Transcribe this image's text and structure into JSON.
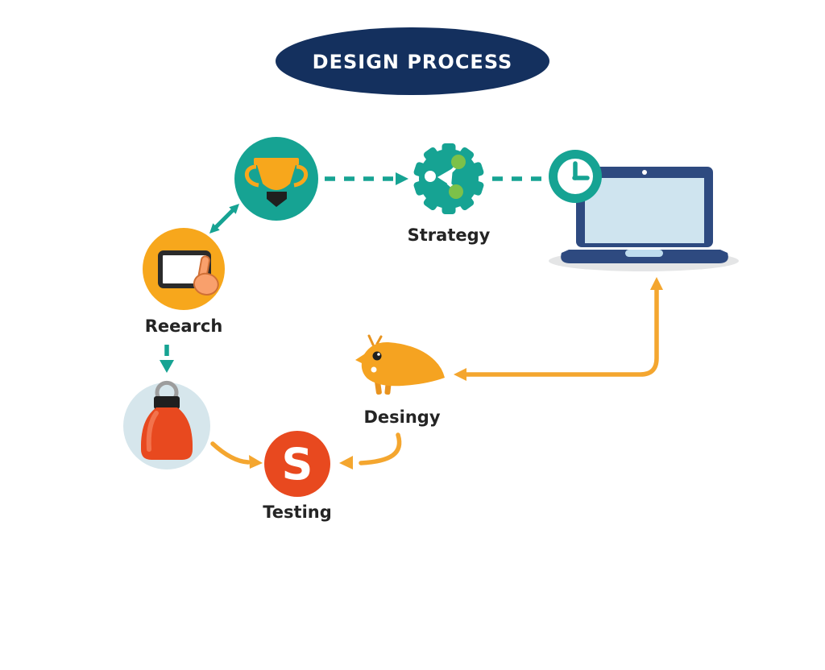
{
  "title": {
    "label": "DESIGN PROCESS"
  },
  "labels": {
    "strategy": "Strategy",
    "research": "Reearch",
    "design": "Desingy",
    "testing": "Testing"
  },
  "badges": {
    "testing_letter": "S"
  },
  "icons": {
    "trophy": "trophy-icon",
    "strategy": "gear-share-icon",
    "clock": "clock-icon",
    "laptop": "laptop-icon",
    "research": "tablet-touch-icon",
    "bottle": "bottle-icon",
    "design": "bird-icon"
  },
  "colors": {
    "teal": "#16a393",
    "navy": "#14305e",
    "yellow": "#f7a71c",
    "green": "#7cc149",
    "red": "#e8491f",
    "orange": "#f4a62f",
    "light_blue": "#d6e6ec",
    "laptop_navy": "#2e4a80",
    "screen_blue": "#cfe4ef",
    "notch_blue": "#bedcee",
    "shadow_gray": "#e4e5e6",
    "label_dark": "#242424",
    "hand_fill": "#f9a06c",
    "hand_stroke": "#cf6f35",
    "gray_handle": "#9d9d9d",
    "bottle_highlight": "#f2734d",
    "bird_orange": "#f5a321",
    "leg_orange": "#e8931f"
  }
}
